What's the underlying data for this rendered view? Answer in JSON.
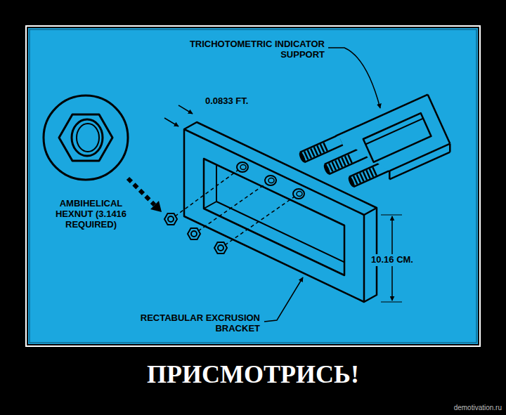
{
  "diagram": {
    "caption": "ПРИСМОТРИСЬ!",
    "labels": [
      "TRICHOTOMETRIC INDICATOR SUPPORT",
      "0.0833 FT.",
      "AMBIHELICAL HEXNUT (3.1416 REQUIRED)",
      "10.16 CM.",
      "RECTABULAR EXCRUSION BRACKET",
      "demotivation.ru"
    ]
  }
}
